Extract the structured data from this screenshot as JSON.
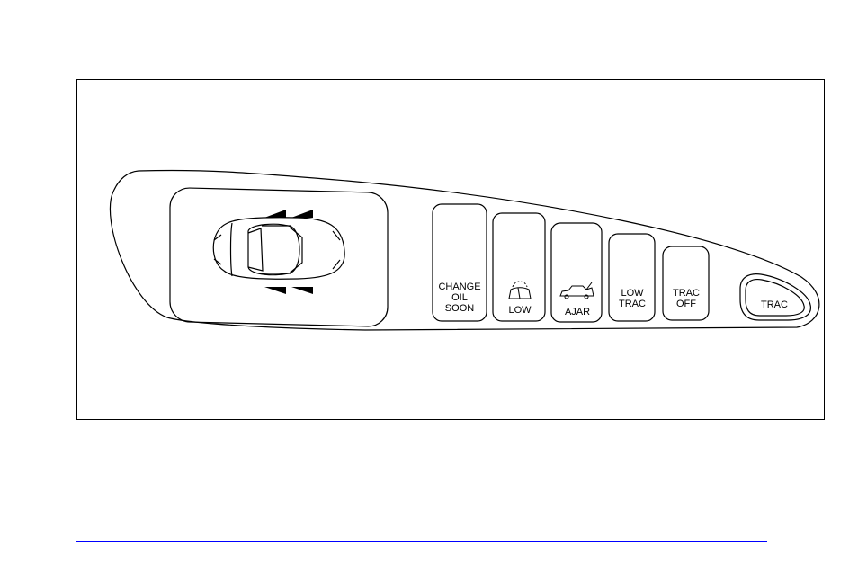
{
  "panel": {
    "lamps": [
      {
        "lines": [
          "CHANGE",
          "OIL",
          "SOON"
        ],
        "icon": "none"
      },
      {
        "lines": [
          "LOW"
        ],
        "icon": "washer-fluid-icon"
      },
      {
        "lines": [
          "AJAR"
        ],
        "icon": "trunk-ajar-icon"
      },
      {
        "lines": [
          "LOW",
          "TRAC"
        ],
        "icon": "none"
      },
      {
        "lines": [
          "TRAC",
          "OFF"
        ],
        "icon": "none"
      }
    ],
    "trac_button_label": "TRAC",
    "door_display_icon": "car-top-view-icon"
  },
  "colors": {
    "footer_rule": "#0000ff",
    "outline": "#000000"
  }
}
